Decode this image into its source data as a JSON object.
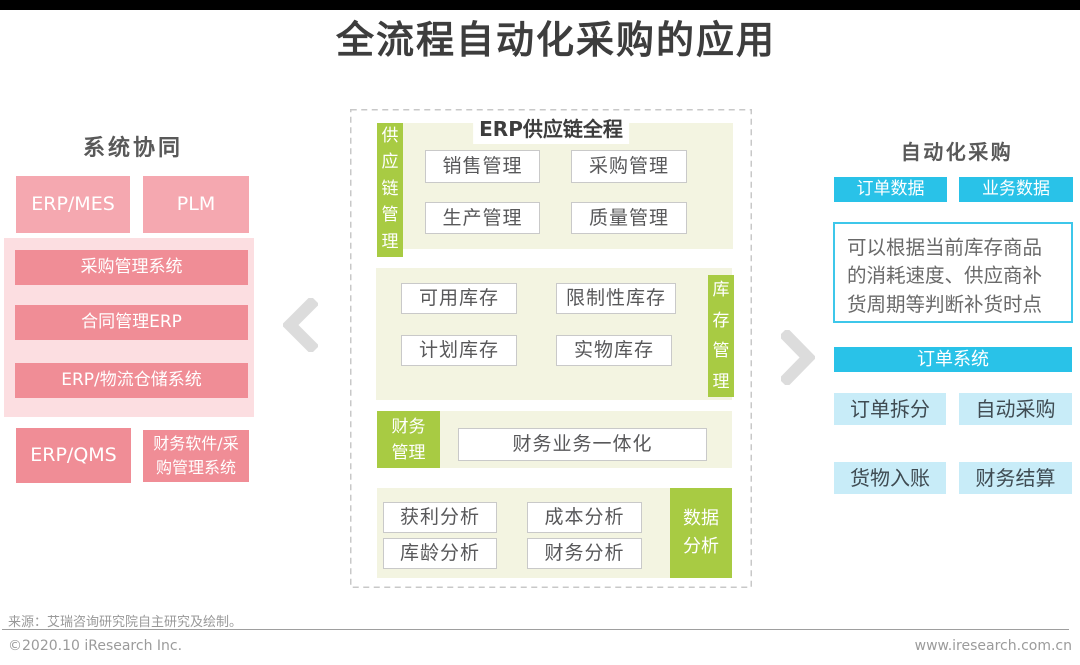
{
  "title": "全流程自动化采购的应用",
  "left": {
    "header": "系统协同",
    "top_boxes": [
      "ERP/MES",
      "PLM"
    ],
    "group_boxes": [
      "采购管理系统",
      "合同管理ERP",
      "ERP/物流仓储系统"
    ],
    "bottom_box": "ERP/QMS",
    "bottom_box2_lines": [
      "财务软件/采",
      "购管理系统"
    ]
  },
  "center": {
    "title": "ERP供应链全程",
    "supply_chain": {
      "label": "供应链管理",
      "boxes": [
        "销售管理",
        "采购管理",
        "生产管理",
        "质量管理"
      ]
    },
    "inventory": {
      "label": "库存管理",
      "boxes": [
        "可用库存",
        "限制性库存",
        "计划库存",
        "实物库存"
      ]
    },
    "finance": {
      "label": "财务管理",
      "box": "财务业务一体化"
    },
    "analysis": {
      "label": "数据分析",
      "boxes": [
        "获利分析",
        "成本分析",
        "库龄分析",
        "财务分析"
      ]
    }
  },
  "right": {
    "header": "自动化采购",
    "data_boxes": [
      "订单数据",
      "业务数据"
    ],
    "note_lines": [
      "可以根据当前库存商品",
      "的消耗速度、供应商补",
      "货周期等判断补货时点"
    ],
    "system_box": "订单系统",
    "action_boxes": [
      "订单拆分",
      "自动采购",
      "货物入账",
      "财务结算"
    ]
  },
  "footer": {
    "source": "来源：艾瑞咨询研究院自主研究及绘制。",
    "copyright": "©2020.10 iResearch Inc.",
    "website": "www.iresearch.com.cn"
  },
  "colors": {
    "pink_light": "#f5a8b0",
    "pink_mid": "#f08d96",
    "pink_container": "#fcdee1",
    "green": "#a8cb43",
    "panel": "#f3f4e1",
    "cyan": "#29c2e8",
    "cyan_light": "#c8ecf8",
    "chevron": "#dcdcdc",
    "topbar": "#000000"
  }
}
